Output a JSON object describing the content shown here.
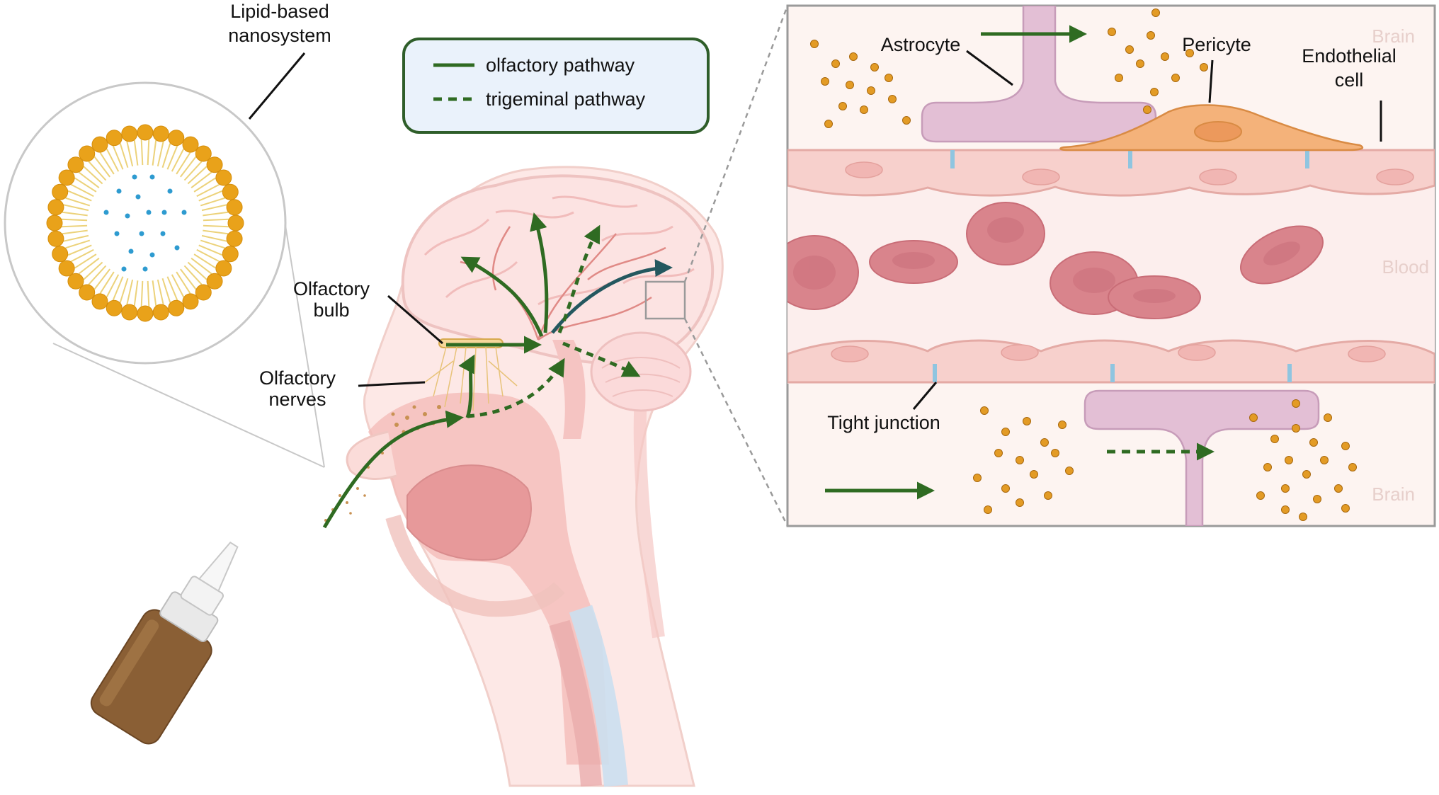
{
  "labels": {
    "nanosystem": [
      "Lipid-based",
      "nanosystem"
    ],
    "olfactory_bulb": [
      "Olfactory",
      "bulb"
    ],
    "olfactory_nerves": [
      "Olfactory",
      "nerves"
    ],
    "astrocyte": "Astrocyte",
    "pericyte": "Pericyte",
    "endothelial": [
      "Endothelial",
      "cell"
    ],
    "tight_junction": "Tight junction",
    "region_brain_top": "Brain",
    "region_blood": "Blood",
    "region_brain_bottom": "Brain"
  },
  "legend": {
    "solid": "olfactory pathway",
    "dashed": "trigeminal pathway"
  },
  "colors": {
    "pathway_green": "#2f6b22",
    "pathway_teal": "#24585f",
    "lipid_head": "#e9a21a",
    "lipid_tail": "#ecd27a",
    "drug": "#2e9bd0",
    "astrocyte": "#e3bfd5",
    "pericyte": "#f4b27a",
    "endothelium": "#f7d0cc",
    "rbc": "#d9848c",
    "legend_bg": "#eaf2fb",
    "legend_border": "#2f5e2a"
  }
}
